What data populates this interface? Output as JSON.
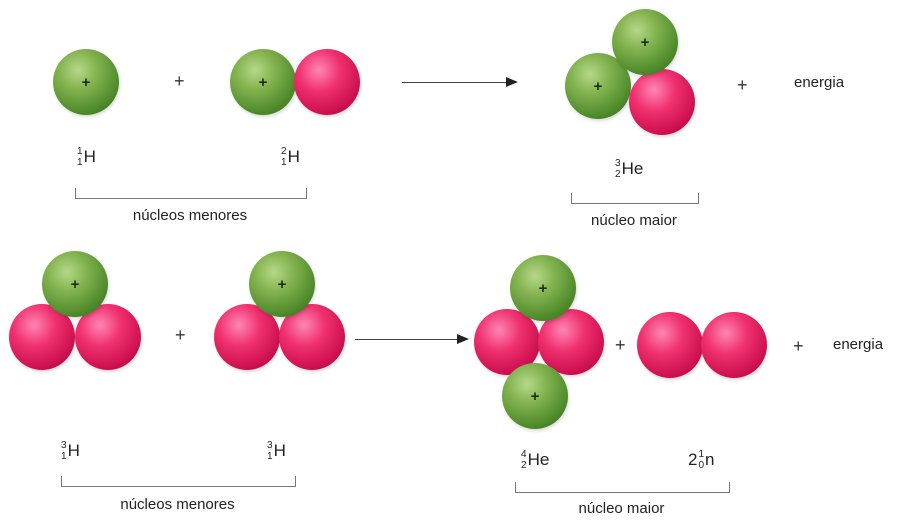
{
  "symbols": {
    "plus": "+",
    "charge": "+"
  },
  "colors": {
    "proton": "#5a9a30",
    "neutron": "#e31c5f"
  },
  "labels": {
    "energy": "energia",
    "smaller_nuclei": "núcleos menores",
    "larger_nucleus": "núcleo maior"
  },
  "row1": {
    "reactant_1": {
      "mass": "1",
      "atomic": "1",
      "symbol": "H"
    },
    "reactant_2": {
      "mass": "2",
      "atomic": "1",
      "symbol": "H"
    },
    "product": {
      "mass": "3",
      "atomic": "2",
      "symbol": "He"
    }
  },
  "row2": {
    "reactant_1": {
      "mass": "3",
      "atomic": "1",
      "symbol": "H"
    },
    "reactant_2": {
      "mass": "3",
      "atomic": "1",
      "symbol": "H"
    },
    "product": {
      "mass": "4",
      "atomic": "2",
      "symbol": "He"
    },
    "neutrons": {
      "coefficient": "2",
      "mass": "1",
      "atomic": "0",
      "symbol": "n"
    }
  }
}
